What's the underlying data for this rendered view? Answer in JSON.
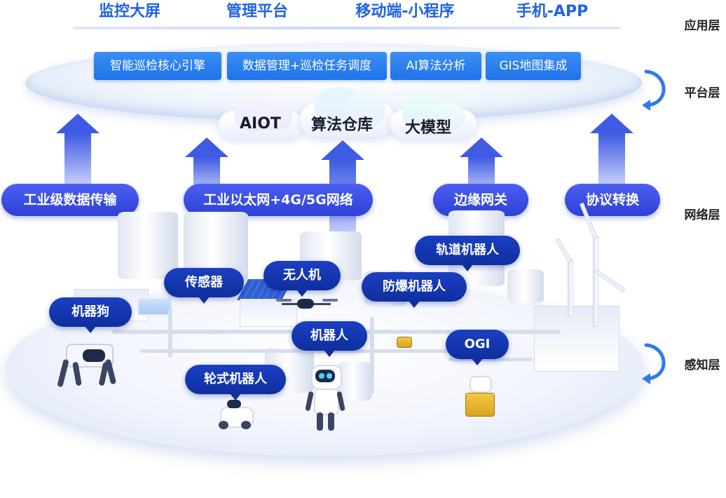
{
  "application_layer": {
    "items": [
      "监控大屏",
      "管理平台",
      "移动端-小程序",
      "手机-APP"
    ]
  },
  "layers": {
    "application": "应用层",
    "platform": "平台层",
    "network": "网络层",
    "perception": "感知层"
  },
  "platform": {
    "modules": [
      "智能巡检核心引擎",
      "数据管理+巡检任务调度",
      "AI算法分析",
      "GIS地图集成"
    ],
    "clouds": [
      "AIOT",
      "算法仓库",
      "大模型"
    ]
  },
  "network": {
    "items": [
      "工业级数据传输",
      "工业以太网+4G/5G网络",
      "边缘网关",
      "协议转换"
    ]
  },
  "perception": {
    "devices": [
      "机器狗",
      "传感器",
      "无人机",
      "机器人",
      "轮式机器人",
      "防爆机器人",
      "轨道机器人",
      "OGI"
    ]
  },
  "colors": {
    "primary_blue": "#1f63e6",
    "module_blue": "#1f72e8",
    "network_indigo": "#3446e0",
    "device_navy": "#0f2f9e"
  }
}
